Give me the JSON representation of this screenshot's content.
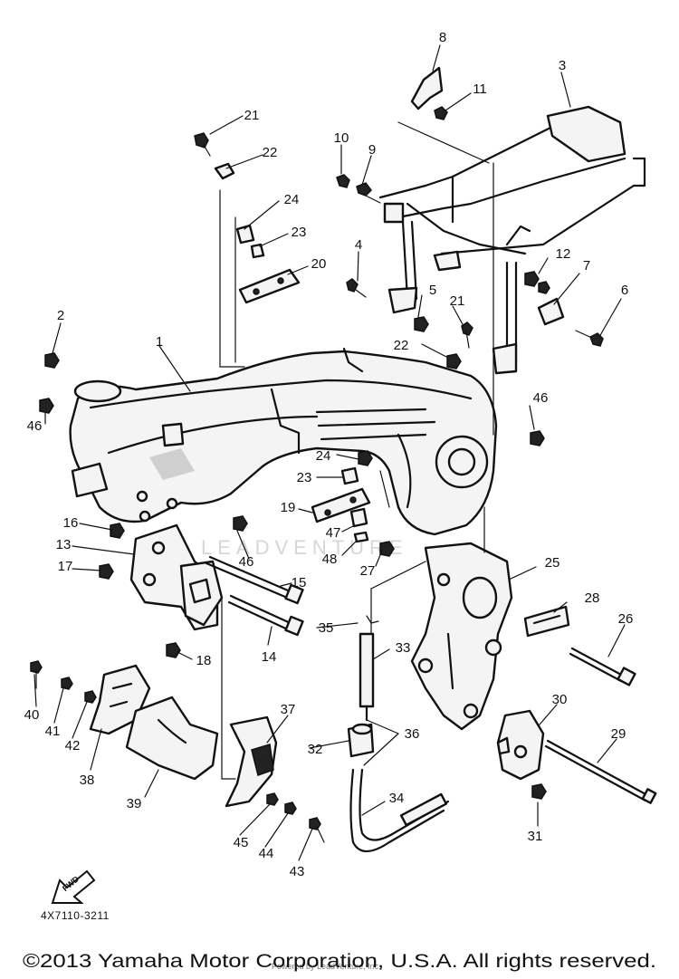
{
  "diagram": {
    "part_numbers": [
      "1",
      "2",
      "3",
      "4",
      "5",
      "6",
      "7",
      "8",
      "9",
      "10",
      "11",
      "12",
      "13",
      "14",
      "15",
      "16",
      "17",
      "18",
      "19",
      "20",
      "21",
      "21",
      "22",
      "22",
      "23",
      "23",
      "24",
      "24",
      "25",
      "26",
      "27",
      "28",
      "29",
      "30",
      "31",
      "32",
      "33",
      "34",
      "35",
      "36",
      "37",
      "38",
      "39",
      "40",
      "41",
      "42",
      "43",
      "44",
      "45",
      "46",
      "46",
      "46",
      "47",
      "48"
    ],
    "drawing_code": "4X7110-3211",
    "fwd_label": "FWD",
    "watermark": "LEADVENTURE",
    "copyright": "©2013 Yamaha Motor Corporation, U.S.A. All rights reserved.",
    "copyright_overlap": "Powered by LeadVenture, Inc."
  }
}
